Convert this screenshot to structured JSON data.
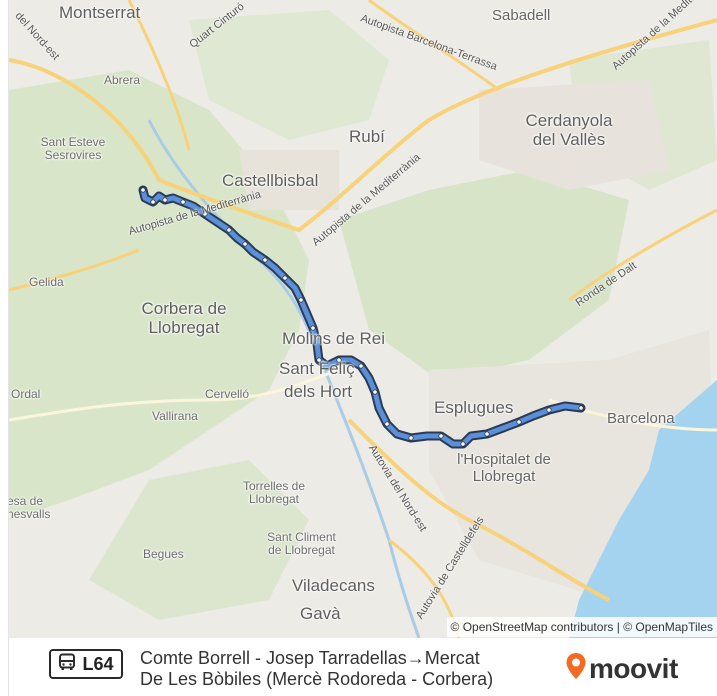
{
  "map": {
    "places": [
      {
        "id": "montserrat",
        "name": "Montserrat"
      },
      {
        "id": "sabadell",
        "name": "Sabadell"
      },
      {
        "id": "abrera",
        "name": "Abrera"
      },
      {
        "id": "rubi",
        "name": "Rubí"
      },
      {
        "id": "cerdanyola",
        "name": "Cerdanyola del Vallès"
      },
      {
        "id": "sant-esteve",
        "name": "Sant Esteve Sesrovires"
      },
      {
        "id": "castellbisbal",
        "name": "Castellbisbal"
      },
      {
        "id": "gelida",
        "name": "Gelida"
      },
      {
        "id": "corbera",
        "name": "Corbera de Llobregat"
      },
      {
        "id": "molins",
        "name": "Molins de Rei"
      },
      {
        "id": "sant-feliu",
        "name": "Sant Feliç"
      },
      {
        "id": "hortal",
        "name": "dels Hort"
      },
      {
        "id": "ordal",
        "name": "Ordal"
      },
      {
        "id": "cervello",
        "name": "Cervelló"
      },
      {
        "id": "vallirana",
        "name": "Vallirana"
      },
      {
        "id": "esplugues",
        "name": "Esplugues"
      },
      {
        "id": "hospitalet",
        "name": "l'Hospitalet de Llobregat"
      },
      {
        "id": "barcelona",
        "name": "Barcelona"
      },
      {
        "id": "torrelles",
        "name": "Torrelles de Llobregat"
      },
      {
        "id": "sant-climent",
        "name": "Sant Climent de Llobregat"
      },
      {
        "id": "cesa",
        "name": "esa de nesvalls"
      },
      {
        "id": "begues",
        "name": "Begues"
      },
      {
        "id": "viladecans",
        "name": "Viladecans"
      },
      {
        "id": "gava",
        "name": "Gavà"
      }
    ],
    "roads": [
      {
        "id": "nord-est-top",
        "name": "del Nord-est"
      },
      {
        "id": "quart-cinturo",
        "name": "Quart Cinturó"
      },
      {
        "id": "barcelona-terrassa",
        "name": "Autopista Barcelona-Terrassa"
      },
      {
        "id": "mediterrania-ne",
        "name": "Autopista de la Mediterrània"
      },
      {
        "id": "mediterrania-mid",
        "name": "Autopista de la Mediterrània"
      },
      {
        "id": "mediterrania-w",
        "name": "Autopista de la Mediterrània"
      },
      {
        "id": "ronda-dalt",
        "name": "Ronda de Dalt"
      },
      {
        "id": "autovia-nordest",
        "name": "Autovia del Nord-est"
      },
      {
        "id": "castelldefels",
        "name": "Autovia de Castelldefels"
      }
    ],
    "attribution": "© OpenStreetMap contributors | © OpenMapTiles",
    "colors": {
      "route": "#5b8fd8",
      "route_outline": "#2a3a55",
      "stop_fill": "#ffffff",
      "sea": "#9fd0ef",
      "forest": "#d6e4c5"
    }
  },
  "footer": {
    "bus_icon": "bus-icon",
    "line_label": "L64",
    "route_name_line1": "Comte Borrell - Josep Tarradellas→Mercat",
    "route_name_line2": "De Les Bòbiles (Mercè Rodoreda - Corbera)",
    "brand_name": "moovit",
    "brand_color": "#f26b21"
  }
}
